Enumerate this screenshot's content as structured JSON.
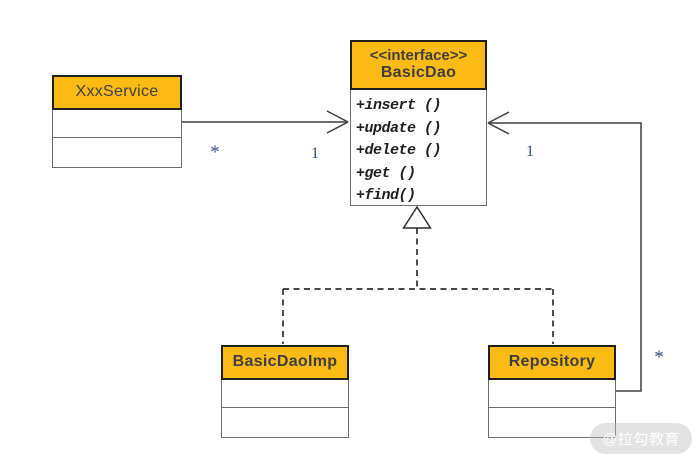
{
  "diagram": {
    "interface": {
      "stereotype": "<<interface>>",
      "name": "BasicDao",
      "methods": [
        "+insert ()",
        "+update ()",
        "+delete ()",
        "+get ()",
        "+find()"
      ]
    },
    "service": {
      "name": "XxxService"
    },
    "impl": {
      "name": "BasicDaoImp"
    },
    "repository": {
      "name": "Repository"
    },
    "multiplicities": {
      "service_many": "*",
      "dao_one_left": "1",
      "dao_one_right": "1",
      "repository_many": "*"
    },
    "relationships": [
      {
        "type": "association",
        "from": "XxxService",
        "to": "BasicDao",
        "from_mult": "*",
        "to_mult": "1"
      },
      {
        "type": "association",
        "from": "Repository",
        "to": "BasicDao",
        "from_mult": "*",
        "to_mult": "1"
      },
      {
        "type": "realization",
        "from": "BasicDaoImp",
        "to": "BasicDao"
      },
      {
        "type": "realization",
        "from": "Repository",
        "to": "BasicDao"
      }
    ],
    "colors": {
      "header_fill": "#FBBB14",
      "header_border": "#1F1F1F",
      "box_border": "#6E6E6E",
      "line": "#3F3F3F",
      "multiplicity_text": "#33507E"
    }
  },
  "watermark": {
    "label": "@拉勾教育"
  }
}
